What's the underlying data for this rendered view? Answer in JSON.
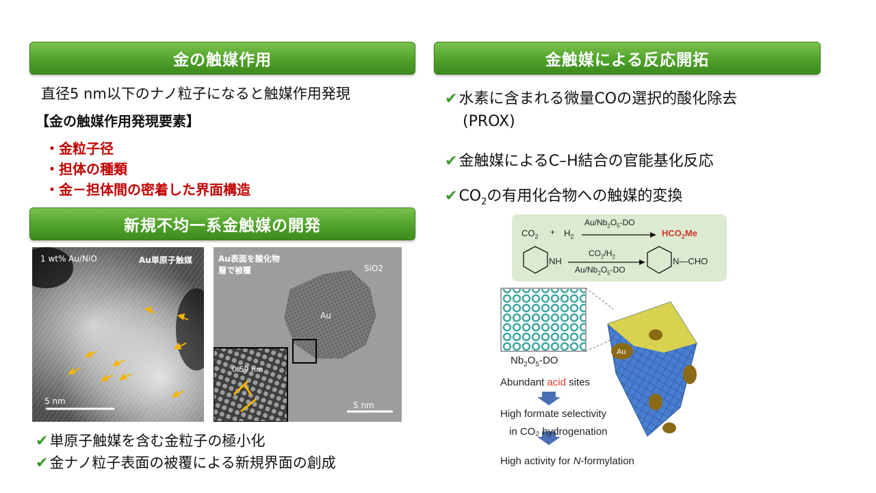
{
  "left": {
    "banner1": "金の触媒作用",
    "intro": "直径5 nm以下のナノ粒子になると触媒作用発現",
    "factors_heading": "【金の触媒作用発現要素】",
    "factors": [
      "・金粒子径",
      "・担体の種類",
      "・金－担体間の密着した界面構造"
    ],
    "banner2": "新規不均一系金触媒の開発",
    "img1": {
      "label": "1 wt% Au/NiO",
      "tag": "Au単原子触媒",
      "scale": "5 nm"
    },
    "img2": {
      "label_line1": "Au表面を酸化物",
      "label_line2": "層で被覆",
      "support": "SiO2",
      "particle": "Au",
      "inset_scale": "0.59 nm",
      "scale": "5 nm"
    },
    "achievements": [
      "単原子触媒を含む金粒子の極小化",
      "金ナノ粒子表面の被覆による新規界面の創成"
    ]
  },
  "right": {
    "banner": "金触媒による反応開拓",
    "bullets": [
      {
        "line1": "水素に含まれる微量COの選択的酸化除去",
        "line2": "(PROX)"
      },
      {
        "line1": "金触媒によるC–H結合の官能基化反応"
      },
      {
        "pre": "CO",
        "sub": "2",
        "post": "の有用化合物への触媒的変換"
      }
    ],
    "scheme": {
      "r1_co2": "CO",
      "r1_co2_sub": "2",
      "plus": "+",
      "r1_h2": "H",
      "r1_h2_sub": "2",
      "cat": "Au/Nb",
      "cat_sub1": "2",
      "cat_mid": "O",
      "cat_sub2": "5",
      "cat_end": "-DO",
      "product1": "HCO",
      "product1_sub": "2",
      "product1_end": "Me",
      "nh": "NH",
      "reagent2": "CO",
      "reagent2_sub": "2",
      "reagent2_end": "/H",
      "reagent2_sub2": "2",
      "product2": "N—CHO"
    },
    "figure": {
      "material": "Nb",
      "material_sub1": "2",
      "material_mid": "O",
      "material_sub2": "5",
      "material_end": "-DO",
      "au_label": "Au",
      "step1_pre": "Abundant ",
      "step1_acid": "acid",
      "step1_post": " sites",
      "step2_line1": "High formate selectivity",
      "step2_line2": "in CO₂ hydrogenation",
      "step3_pre": "High activity for ",
      "step3_n": "N",
      "step3_post": "-formylation"
    }
  },
  "colors": {
    "banner": "#4fa22a",
    "red": "#c00000",
    "check": "#3a9a2a",
    "scheme_bg": "#dbead0"
  }
}
